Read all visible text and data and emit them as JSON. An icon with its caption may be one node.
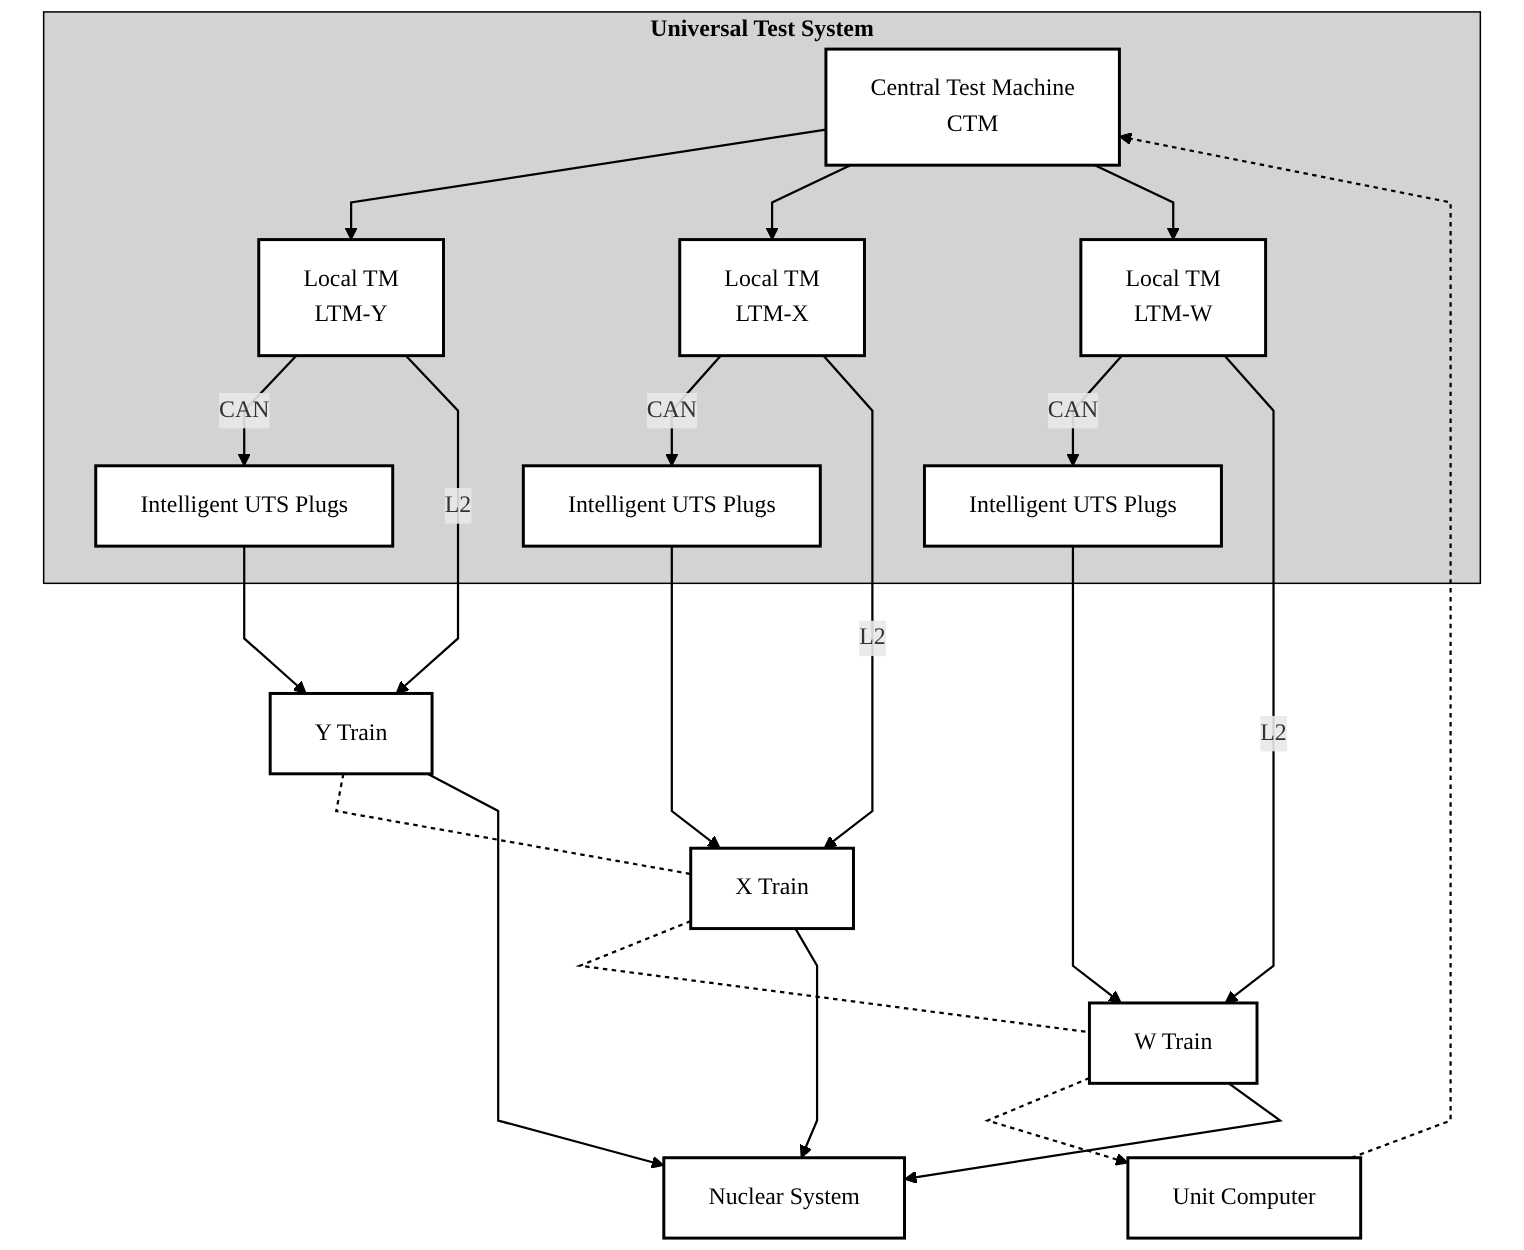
{
  "diagram": {
    "nodes": [
      {
        "text": [
          "Universal Test System"
        ]
      },
      {
        "text": [
          "Central Test Machine",
          "CTM"
        ],
        "in": 0
      },
      {
        "text": [
          "Local TM",
          "LTM-Y"
        ],
        "in": 0
      },
      {
        "text": [
          "Local TM",
          "LTM-X"
        ],
        "in": 0
      },
      {
        "text": [
          "Local TM",
          "LTM-W"
        ],
        "in": 0
      },
      {
        "text": [
          "Intelligent UTS Plugs"
        ],
        "in": 0
      },
      {
        "text": [
          "Intelligent UTS Plugs"
        ],
        "in": 0
      },
      {
        "text": [
          "Intelligent UTS Plugs"
        ],
        "in": 0
      },
      {
        "text": [
          "Y Train"
        ]
      },
      {
        "text": [
          "X Train"
        ]
      },
      {
        "text": [
          "W Train"
        ]
      },
      {
        "text": [
          "Nuclear System"
        ]
      },
      {
        "text": [
          "Unit Computer"
        ]
      }
    ],
    "edges": [
      {
        "from": 1,
        "to": 2,
        "arrow": "to"
      },
      {
        "from": 1,
        "to": 3,
        "arrow": "to"
      },
      {
        "from": 1,
        "to": 4,
        "arrow": "to"
      },
      {
        "from": 2,
        "to": 5,
        "arrow": "to",
        "label": "CAN"
      },
      {
        "from": 2,
        "to": 8,
        "arrow": "to",
        "label": "L2"
      },
      {
        "from": 3,
        "to": 6,
        "arrow": "to",
        "label": "CAN"
      },
      {
        "from": 3,
        "to": 9,
        "arrow": "to",
        "label": "L2"
      },
      {
        "from": 4,
        "to": 7,
        "arrow": "to",
        "label": "CAN"
      },
      {
        "from": 4,
        "to": 10,
        "arrow": "to",
        "label": "L2"
      },
      {
        "from": 5,
        "to": 8,
        "arrow": "to"
      },
      {
        "from": 6,
        "to": 9,
        "arrow": "to"
      },
      {
        "from": 7,
        "to": 10,
        "arrow": "to"
      },
      {
        "from": 8,
        "to": 9,
        "arrow": "none",
        "style": "dashed"
      },
      {
        "from": 9,
        "to": 10,
        "arrow": "none",
        "style": "dashed"
      },
      {
        "from": 10,
        "to": 12,
        "arrow": "to",
        "style": "dashed"
      },
      {
        "from": 12,
        "to": 1,
        "arrow": "to",
        "style": "dashed"
      },
      {
        "from": 8,
        "to": 11,
        "arrow": "to"
      },
      {
        "from": 9,
        "to": 11,
        "arrow": "to"
      },
      {
        "from": 10,
        "to": 11,
        "arrow": "to"
      }
    ]
  }
}
